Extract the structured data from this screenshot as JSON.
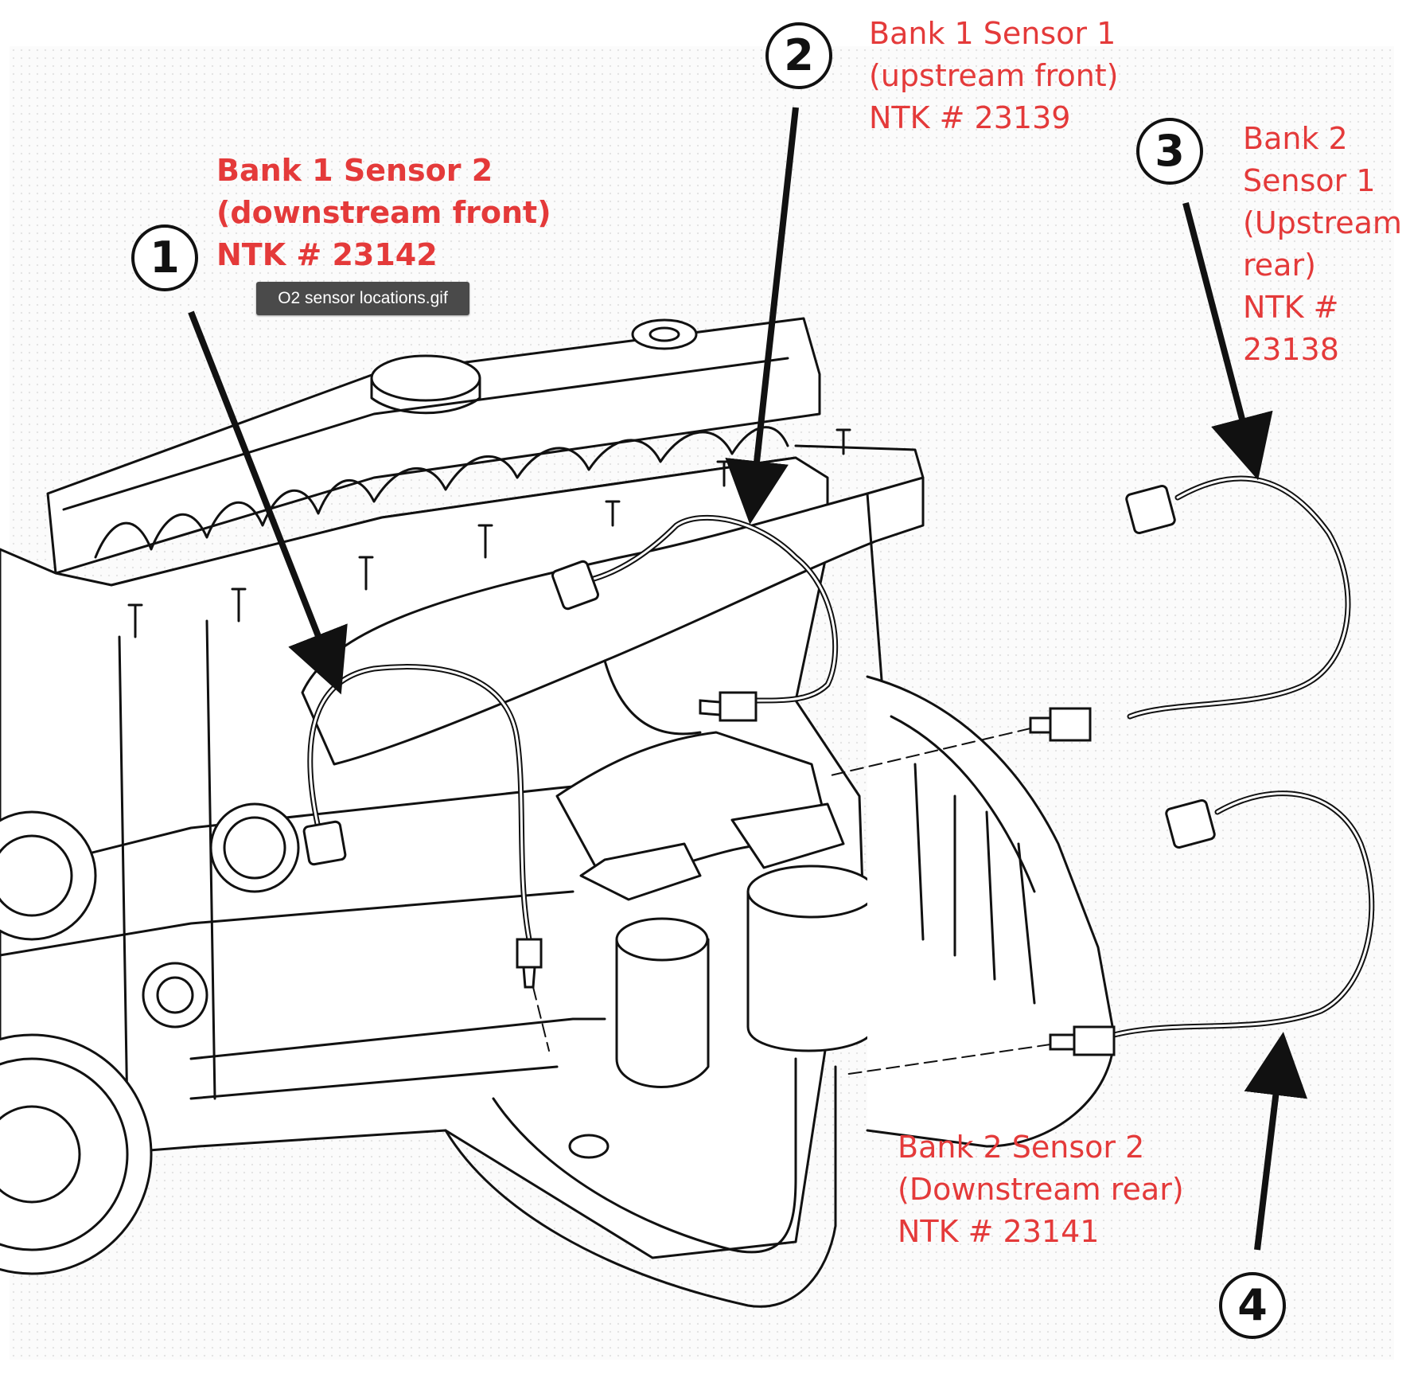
{
  "tooltip": "O2 sensor locations.gif",
  "callouts": [
    {
      "number": "1",
      "lines": [
        "Bank 1 Sensor 2",
        "(downstream front)",
        "NTK # 23142"
      ]
    },
    {
      "number": "2",
      "lines": [
        "Bank 1 Sensor 1",
        "(upstream front)",
        "NTK # 23139"
      ]
    },
    {
      "number": "3",
      "lines": [
        "Bank 2",
        "Sensor 1",
        "(Upstream",
        "rear)",
        "NTK #",
        "23138"
      ]
    },
    {
      "number": "4",
      "lines": [
        "Bank 2 Sensor 2",
        "(Downstream rear)",
        "NTK # 23141"
      ]
    }
  ],
  "colors": {
    "label": "#e43a3a",
    "line_art": "#111111",
    "tooltip_bg": "#4a4a4a"
  }
}
